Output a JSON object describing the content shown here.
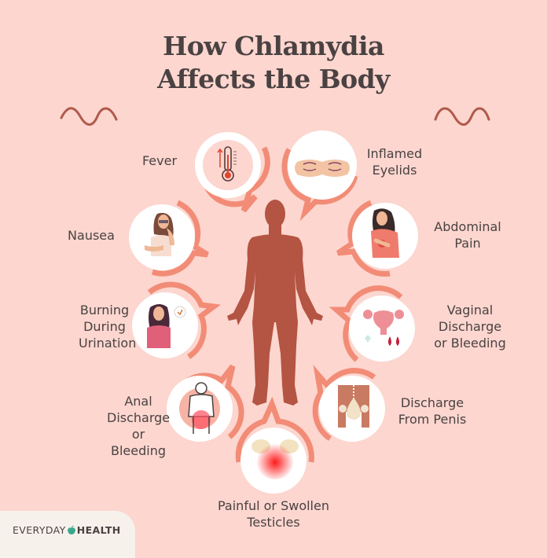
{
  "title": {
    "line1": "How Chlamydia",
    "line2": "Affects the Body"
  },
  "colors": {
    "background": "#fcd6cf",
    "accent_ring": "#f28c77",
    "body_figure": "#b45443",
    "text": "#4a4242",
    "squiggle": "#b05a4c"
  },
  "symptoms": [
    {
      "id": "fever",
      "lines": [
        "Fever"
      ],
      "icon": "thermometer-icon"
    },
    {
      "id": "inflamed-eyelids",
      "lines": [
        "Inflamed",
        "Eyelids"
      ],
      "icon": "closed-eyes-icon"
    },
    {
      "id": "nausea",
      "lines": [
        "Nausea"
      ],
      "icon": "nauseous-woman-icon"
    },
    {
      "id": "abdominal-pain",
      "lines": [
        "Abdominal",
        "Pain"
      ],
      "icon": "abdominal-pain-woman-icon"
    },
    {
      "id": "burning-urination",
      "lines": [
        "Burning",
        "During",
        "Urination"
      ],
      "icon": "burning-woman-icon"
    },
    {
      "id": "vaginal-discharge",
      "lines": [
        "Vaginal",
        "Discharge",
        "or Bleeding"
      ],
      "icon": "uterus-drops-icon"
    },
    {
      "id": "anal-discharge",
      "lines": [
        "Anal",
        "Discharge",
        "or Bleeding"
      ],
      "icon": "man-back-pain-icon"
    },
    {
      "id": "penile-discharge",
      "lines": [
        "Discharge",
        "From Penis"
      ],
      "icon": "pelvis-drop-icon"
    },
    {
      "id": "testicles",
      "lines": [
        "Painful or Swollen",
        "Testicles"
      ],
      "icon": "pelvis-pain-icon"
    }
  ],
  "logo": {
    "part1": "EVERYDAY",
    "part2": "HEALTH",
    "mark": "apple-icon"
  }
}
